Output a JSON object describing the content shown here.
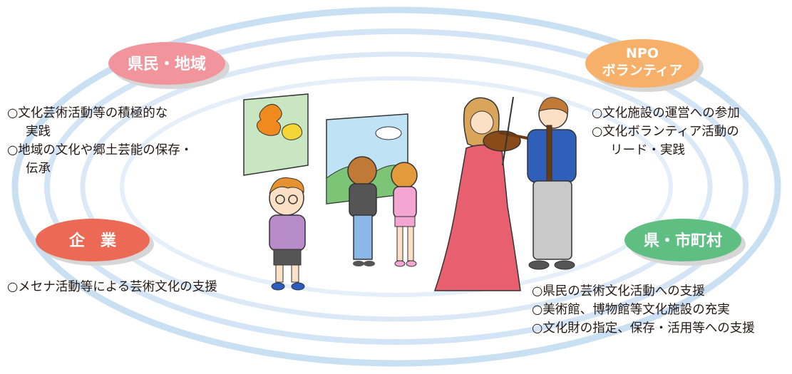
{
  "sectors": {
    "prefectural_residents": {
      "label": "県民・地域",
      "color": "#f2949b",
      "items": [
        [
          "○文化芸術活動等の積極的な",
          "実践"
        ],
        [
          "○地域の文化や郷土芸能の保存・",
          "伝承"
        ]
      ]
    },
    "companies": {
      "label": "企　業",
      "color": "#ec6a55",
      "items": [
        [
          "○メセナ活動等による芸術文化の支援"
        ]
      ]
    },
    "npo_volunteers": {
      "label_line1": "NPO",
      "label_line2": "ボランティア",
      "color": "#f7b06a",
      "items": [
        [
          "○文化施設の運営への参加"
        ],
        [
          "○文化ボランティア活動の",
          "リード・実践"
        ]
      ]
    },
    "prefecture_municipalities": {
      "label": "県・市町村",
      "color": "#5fbf83",
      "items": [
        [
          "○県民の芸術文化活動への支援"
        ],
        [
          "○美術館、博物館等文化施設の充実"
        ],
        [
          "○文化財の指定、保存・活用等への支援"
        ]
      ]
    }
  },
  "colors": {
    "ring": "#c3dbf1",
    "bubble_shadow": "#cfcfcf"
  },
  "illustration": {
    "description_icons": [
      "painting-icon",
      "children-icon",
      "violinist-icon",
      "flutist-icon"
    ]
  }
}
